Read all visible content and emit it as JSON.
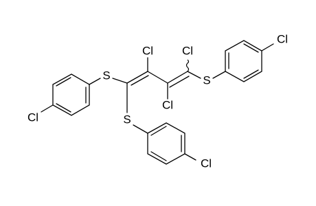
{
  "molecule": {
    "atoms": {
      "cl_top_left": "Cl",
      "cl_top_right": "Cl",
      "cl_mid": "Cl",
      "s_left": "S",
      "s_right": "S",
      "s_bottom": "S",
      "cl_ring_left": "Cl",
      "cl_ring_right": "Cl",
      "cl_ring_bottom": "Cl"
    }
  }
}
